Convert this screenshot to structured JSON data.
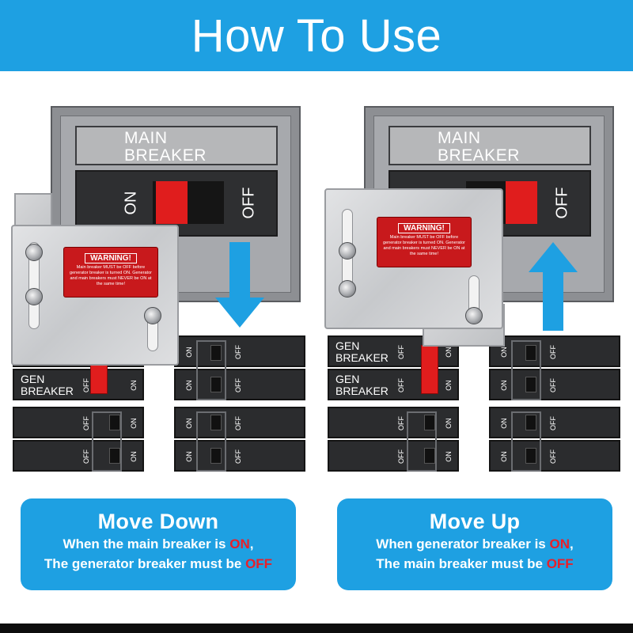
{
  "header": {
    "title": "How To Use"
  },
  "colors": {
    "accent_blue": "#1ea0e2",
    "warning_red": "#e01d1d",
    "highlight_red": "#e8202a"
  },
  "panel": {
    "main_breaker_label_line1": "MAIN",
    "main_breaker_label_line2": "BREAKER",
    "on_label": "ON",
    "off_label": "OFF",
    "gen_breaker_line1": "GEN",
    "gen_breaker_line2": "BREAKER"
  },
  "warning_label": {
    "title": "WARNING!",
    "text": "Main breaker MUST be OFF before generator breaker is turned ON. Generator and main breakers must NEVER be ON at the same time!"
  },
  "steps": [
    {
      "title": "Move Down",
      "line1_prefix": "When the main breaker is ",
      "line1_state": "ON",
      "line1_suffix": ",",
      "line2_prefix": "The generator breaker must be ",
      "line2_state": "OFF",
      "arrow_icon": "arrow-down-icon"
    },
    {
      "title": "Move Up",
      "line1_prefix": "When generator breaker is ",
      "line1_state": "ON",
      "line1_suffix": ",",
      "line2_prefix": "The main breaker must be ",
      "line2_state": "OFF",
      "arrow_icon": "arrow-up-icon"
    }
  ]
}
